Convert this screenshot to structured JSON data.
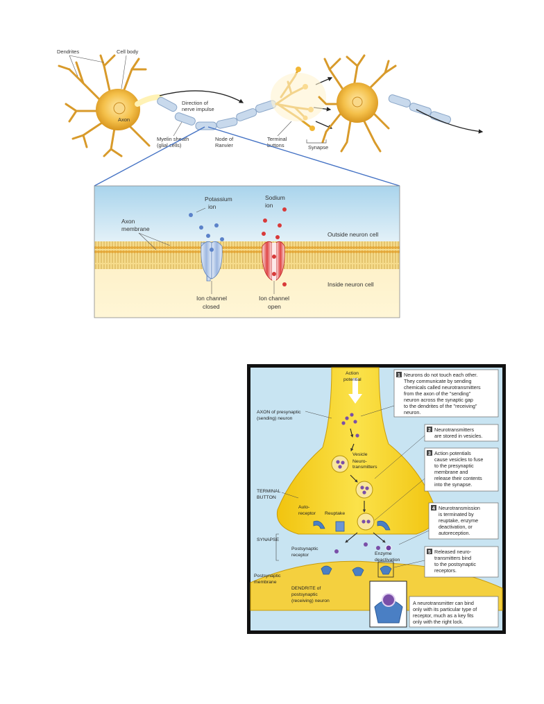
{
  "neuron": {
    "labels": {
      "dendrites": "Dendrites",
      "cell_body": "Cell body",
      "axon": "Axon",
      "direction1": "Direction of",
      "direction2": "nerve impulse",
      "myelin1": "Myelin sheath",
      "myelin2": "(glial cells)",
      "node1": "Node of",
      "node2": "Ranvier",
      "terminal1": "Terminal",
      "terminal2": "buttons",
      "synapse": "Synapse"
    }
  },
  "membrane": {
    "potassium1": "Potassium",
    "potassium2": "ion",
    "sodium1": "Sodium",
    "sodium2": "ion",
    "axon_membrane1": "Axon",
    "axon_membrane2": "membrane",
    "outside": "Outside neuron cell",
    "inside": "Inside neuron cell",
    "closed1": "Ion channel",
    "closed2": "closed",
    "open1": "Ion channel",
    "open2": "open"
  },
  "synapse": {
    "action1": "Action",
    "action2": "potential",
    "axon_pre1": "AXON of presynaptic",
    "axon_pre2": "(sending) neuron",
    "vesicle": "Vesicle",
    "neuro1": "Neuro-",
    "neuro2": "transmitters",
    "terminal1": "TERMINAL",
    "terminal2": "BUTTON",
    "auto1": "Auto-",
    "auto2": "receptor",
    "reuptake": "Reuptake",
    "synapse": "SYNAPSE",
    "post1": "Postsynaptic",
    "post2": "receptor",
    "enzyme1": "Enzyme",
    "enzyme2": "deactivation",
    "postmem1": "Postsynaptic",
    "postmem2": "membrane",
    "dendrite1": "DENDRITE of",
    "dendrite2": "postsynaptic",
    "dendrite3": "(receiving) neuron",
    "box1": [
      "Neurons do not touch each other.",
      "They communicate by sending",
      "chemicals called neurotransmitters",
      "from the axon of the \"sending\"",
      "neuron across the synaptic gap",
      "to the dendrites of the \"receiving\"",
      "neuron."
    ],
    "box2": [
      "Neurotransmitters",
      "are stored in vesicles."
    ],
    "box3": [
      "Action potentials",
      "cause vesicles to fuse",
      "to the presynaptic",
      "membrane and",
      "release their contents",
      "into the synapse."
    ],
    "box4": [
      "Neurotransmission",
      "is terminated by",
      "reuptake, enzyme",
      "deactivation, or",
      "autoreception."
    ],
    "box5": [
      "Released neuro-",
      "transmitters bind",
      "to the postsynaptic",
      "receptors."
    ],
    "box6": [
      "A neurotransmitter can bind",
      "only with its particular type of",
      "receptor, much as a key fits",
      "only with the right lock."
    ],
    "num1": "1",
    "num2": "2",
    "num3": "3",
    "num4": "4",
    "num5": "5"
  },
  "colors": {
    "neuron_yellow": "#f2b736",
    "myelin_blue": "#c8d9ec",
    "membrane_gold": "#e3b648",
    "potassium_blue": "#5b82c9",
    "sodium_red": "#d83a3a",
    "synapse_yellow": "#f7d21c",
    "synapse_bg": "#c8e4f2",
    "receptor_blue": "#4a7fc4",
    "transmitter_purple": "#7a4fa8"
  }
}
